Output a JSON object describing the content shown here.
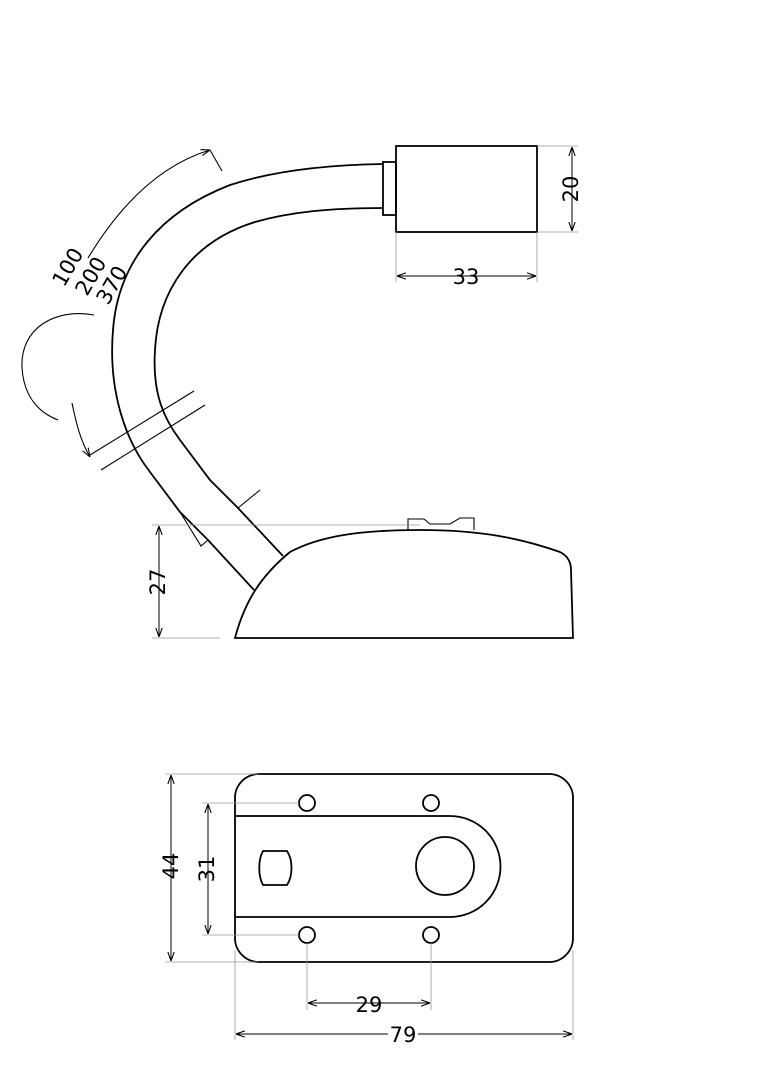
{
  "side_view": {
    "lengths": {
      "short": "100",
      "medium": "200",
      "long": "370"
    },
    "head_height": "20",
    "head_length": "33",
    "base_height": "27"
  },
  "top_view": {
    "depth": "44",
    "hole_spacing_vertical": "31",
    "hole_spacing_horizontal": "29",
    "width": "79"
  }
}
